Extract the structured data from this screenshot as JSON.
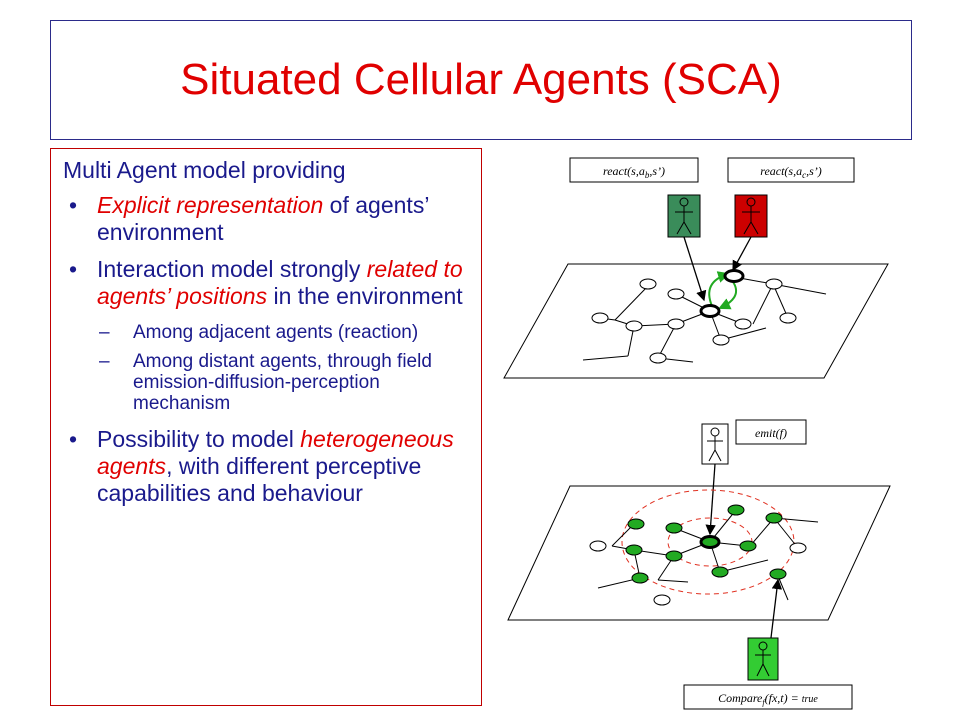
{
  "slide": {
    "title": "Situated Cellular Agents (SCA)",
    "intro": "Multi Agent model providing",
    "bullets": [
      {
        "marker": "•",
        "em": "Explicit representation",
        "rest": " of agents’ environment"
      },
      {
        "marker": "•",
        "pre": "Interaction model strongly ",
        "em": "related to agents’ positions",
        "rest": " in the environment"
      },
      {
        "marker": "•",
        "pre": "Possibility to model ",
        "em": "heterogeneous agents",
        "rest": ", with different perceptive capabilities and behaviour"
      }
    ],
    "subbullets": [
      {
        "marker": "–",
        "text": "Among adjacent agents (reaction)"
      },
      {
        "marker": "–",
        "text": "Among distant agents, through field emission-diffusion-perception mechanism"
      }
    ]
  },
  "diagram": {
    "react_b": {
      "pre": "react(s,a",
      "sub": "b",
      "post": ",s’)"
    },
    "react_c": {
      "pre": "react(s,a",
      "sub": "c",
      "post": ",s’)"
    },
    "emit_label": "emit(f)",
    "compare": {
      "pre": "Compare",
      "sub": "f",
      "post": "(f",
      "x_glyph": "x",
      "tail": ",t)  = ",
      "true": "true"
    }
  },
  "colors": {
    "title_red": "#e00000",
    "text_blue": "#1a1a8c",
    "agent_green": "#3a8c5a",
    "agent_red": "#cc0000",
    "agent_light_green": "#33cc33",
    "node_green": "#22aa22",
    "field_dash": "#e03020"
  }
}
